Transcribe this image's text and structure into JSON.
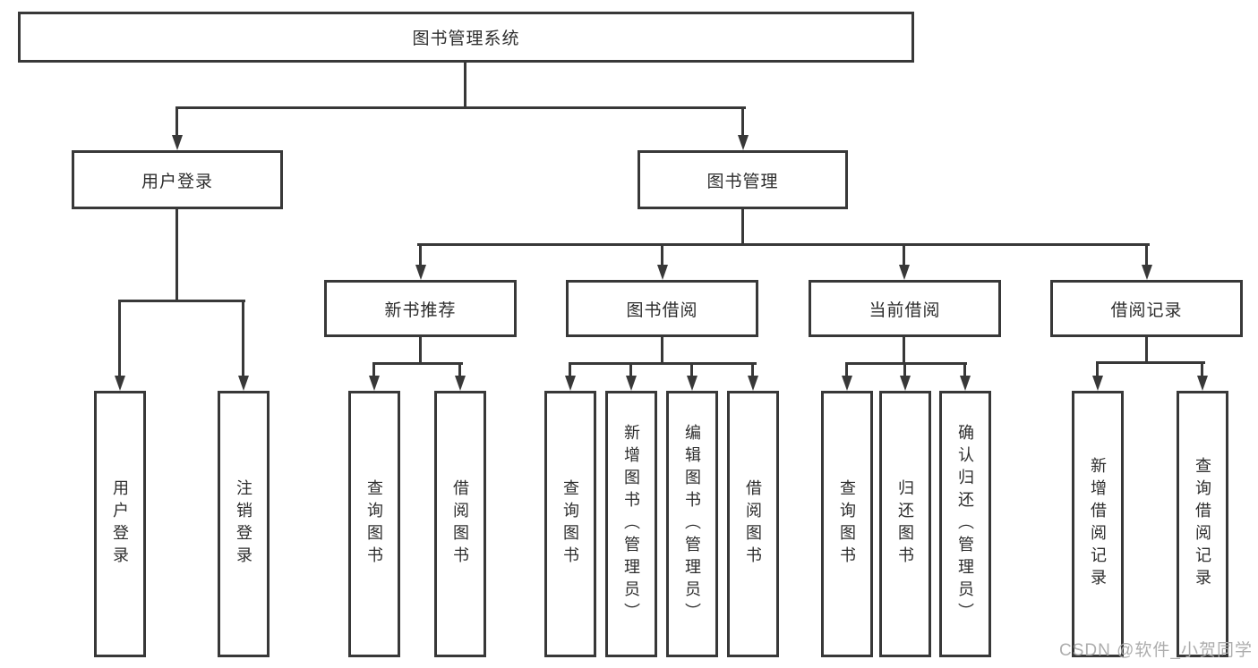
{
  "diagram": {
    "title": "图书管理系统",
    "level2": {
      "user_login": "用户登录",
      "book_management": "图书管理"
    },
    "level3": {
      "new_book_recommend": "新书推荐",
      "book_borrow": "图书借阅",
      "current_borrow": "当前借阅",
      "borrow_records": "借阅记录"
    },
    "level4": {
      "user_login": "用户登录",
      "logout": "注销登录",
      "newbook_query_books": "查询图书",
      "newbook_borrow_books": "借阅图书",
      "borrow_query_books": "查询图书",
      "borrow_add_books_admin": "新增图书（管理员）",
      "borrow_edit_books_admin": "编辑图书（管理员）",
      "borrow_borrow_books": "借阅图书",
      "current_query_books": "查询图书",
      "current_return_books": "归还图书",
      "current_confirm_return_admin": "确认归还（管理员）",
      "records_add_record": "新增借阅记录",
      "records_query_record": "查询借阅记录"
    },
    "watermark": "CSDN @软件_小贺同学",
    "colors": {
      "line": "#383838",
      "text": "#2d2d2d",
      "background": "#ffffff",
      "watermark": "#a9a9a9"
    }
  }
}
